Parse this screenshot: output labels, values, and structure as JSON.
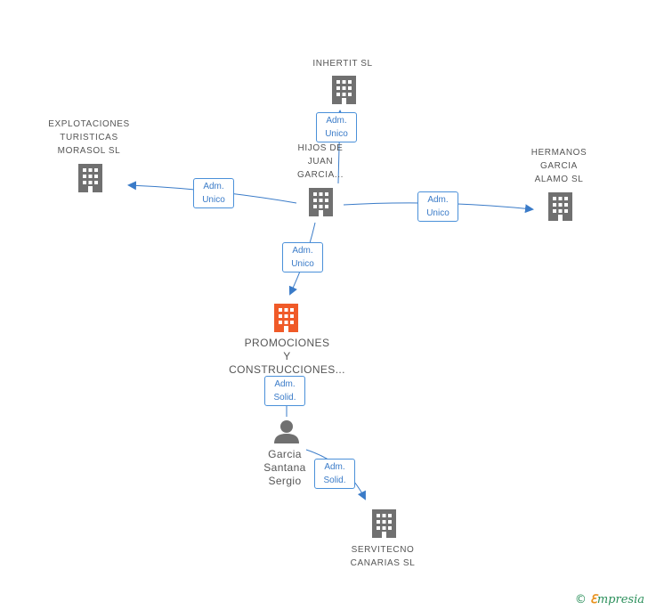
{
  "colors": {
    "edge": "#3a7bc8",
    "building": "#707070",
    "building_focus": "#f05a28",
    "person": "#707070"
  },
  "nodes": {
    "inhertit": {
      "label": "INHERTIT SL",
      "icon": "building-icon"
    },
    "explotaciones": {
      "label": "EXPLOTACIONES\nTURISTICAS\nMORASOL SL",
      "icon": "building-icon"
    },
    "hijos": {
      "label": "HIJOS DE\nJUAN\nGARCIA...",
      "icon": "building-icon"
    },
    "hermanos": {
      "label": "HERMANOS\nGARCIA\nALAMO SL",
      "icon": "building-icon"
    },
    "promociones": {
      "label": "PROMOCIONES\nY\nCONSTRUCCIONES...",
      "icon": "building-icon"
    },
    "garcia": {
      "label": "Garcia\nSantana\nSergio",
      "icon": "person-icon"
    },
    "servitecno": {
      "label": "SERVITECNO\nCANARIAS SL",
      "icon": "building-icon"
    }
  },
  "edges": {
    "e1": {
      "label": "Adm.\nUnico"
    },
    "e2": {
      "label": "Adm.\nUnico"
    },
    "e3": {
      "label": "Adm.\nUnico"
    },
    "e4": {
      "label": "Adm.\nUnico"
    },
    "e5": {
      "label": "Adm.\nSolid."
    },
    "e6": {
      "label": "Adm.\nSolid."
    }
  },
  "footer": {
    "copyright": "©",
    "brand_e": "ℇ",
    "brand_rest": "mpresia"
  }
}
